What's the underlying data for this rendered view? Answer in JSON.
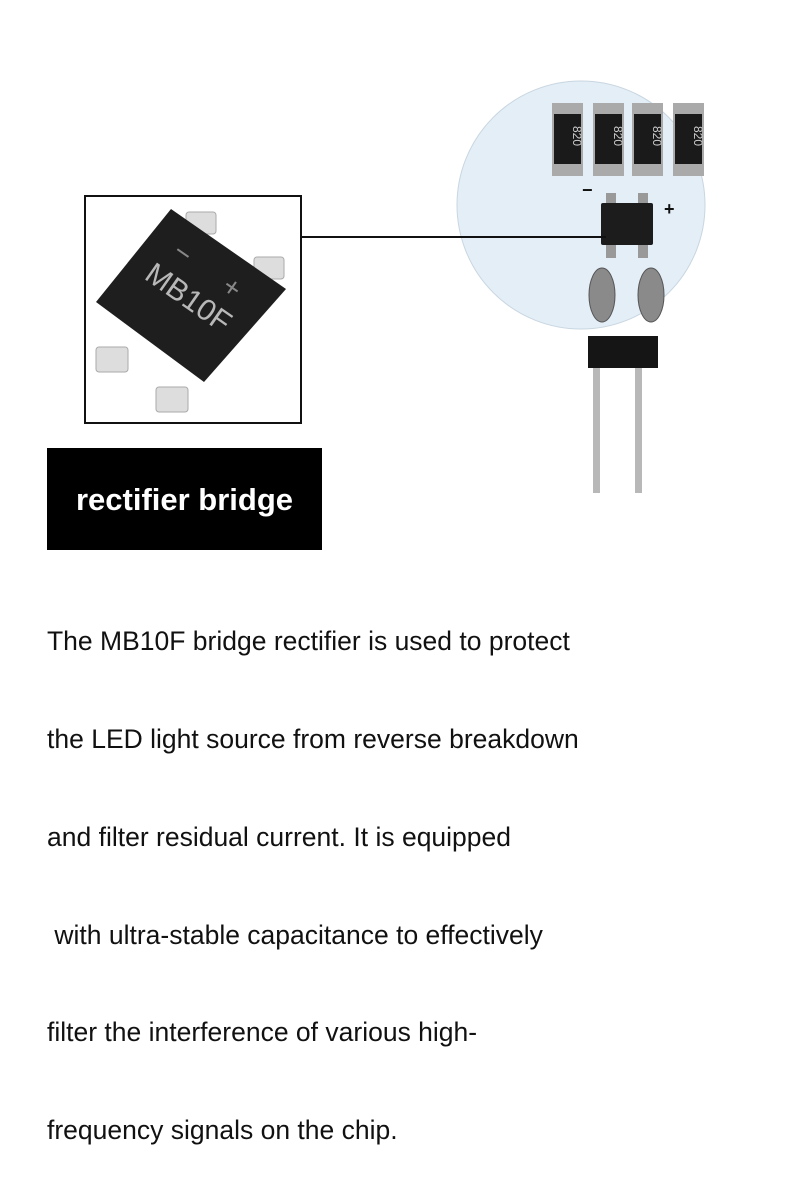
{
  "chip_closeup": {
    "marking": "MB10F",
    "minus_mark": "−",
    "plus_mark": "+"
  },
  "board": {
    "resistor_marking": "820",
    "minus_mark": "−",
    "plus_mark": "+"
  },
  "banner": {
    "label": "rectifier bridge"
  },
  "description": {
    "lines": [
      "The MB10F bridge rectifier is used to protect",
      "the LED light source from reverse breakdown",
      "and filter residual current. It is equipped",
      " with ultra-stable capacitance to effectively",
      "filter the interference of various high-",
      "frequency signals on the chip."
    ]
  },
  "colors": {
    "board": "#e3eef7",
    "chip": "#1c1c1c",
    "banner_bg": "#000000",
    "banner_text": "#ffffff"
  }
}
